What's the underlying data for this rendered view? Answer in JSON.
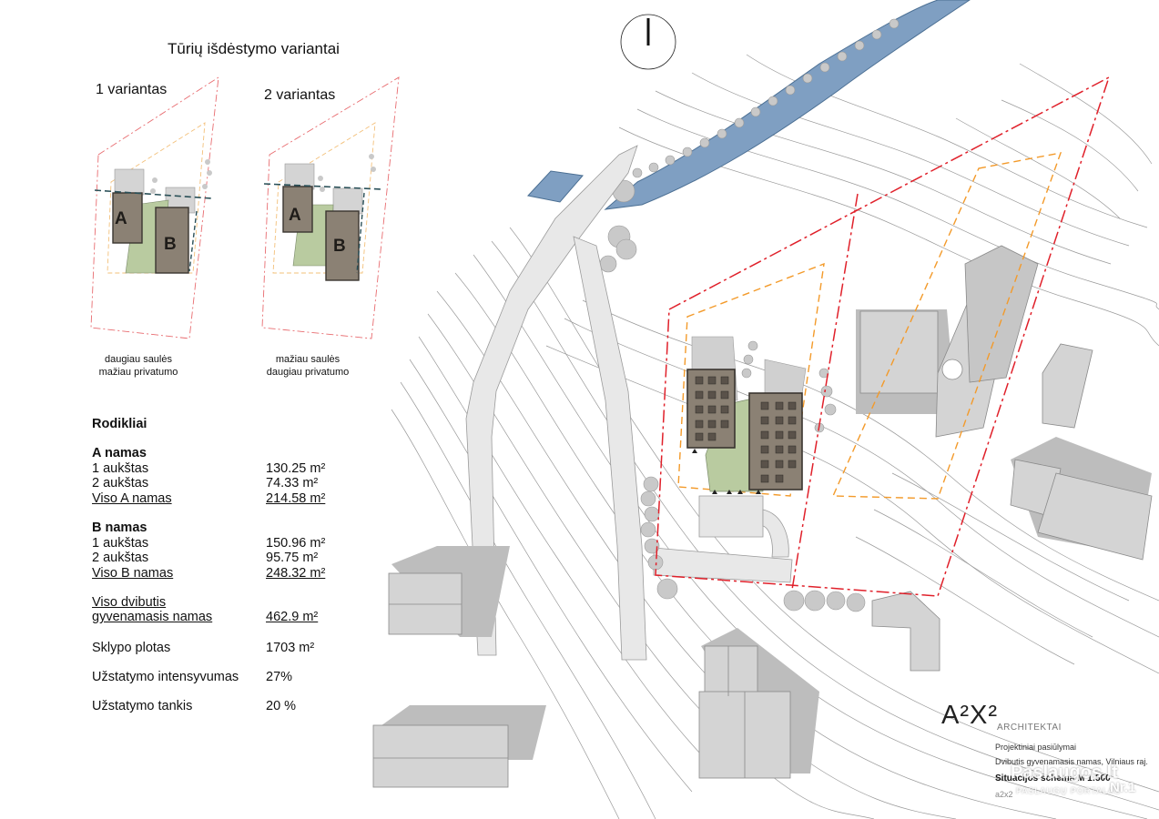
{
  "variants": {
    "heading": "Tūrių išdėstymo  variantai",
    "v1": {
      "label": "1 variantas",
      "caption_line1": "daugiau saulės",
      "caption_line2": "mažiau privatumo"
    },
    "v2": {
      "label": "2 variantas",
      "caption_line1": "mažiau saulės",
      "caption_line2": "daugiau privatumo"
    },
    "house_a": "A",
    "house_b": "B"
  },
  "indicators": {
    "title": "Rodikliai",
    "a": {
      "title": "A namas",
      "rows": [
        {
          "label": "1 aukštas",
          "value": "130.25 m²"
        },
        {
          "label": "2 aukštas",
          "value": "74.33 m²"
        },
        {
          "label": "Viso A namas",
          "value": "214.58 m²"
        }
      ]
    },
    "b": {
      "title": "B namas",
      "rows": [
        {
          "label": "1 aukštas",
          "value": "150.96 m²"
        },
        {
          "label": "2 aukštas",
          "value": "95.75 m²"
        },
        {
          "label": "Viso B namas",
          "value": "248.32 m²"
        }
      ]
    },
    "total": {
      "label_line1": "Viso dvibutis",
      "label_line2": "gyvenamasis namas",
      "value": "462.9 m²"
    },
    "plot": {
      "label": "Sklypo plotas",
      "value": "1703 m²"
    },
    "intensity": {
      "label": "Užstatymo intensyvumas",
      "value": "27%"
    },
    "density": {
      "label": "Užstatymo tankis",
      "value": "20 %"
    }
  },
  "title_block": {
    "logo": "A²X²",
    "firm": "ARCHITEKTAI",
    "stage": "Projektiniai pasiūlymai",
    "project": "Dvibutis gyvenamasis namas, Vilniaus raj.",
    "sheet": "Situacijos schema M 1:500",
    "code": "a2x2"
  },
  "watermark": {
    "brand": "Paslaugos.lt",
    "tagline": "PASLAUGŲ PORTALAS",
    "badge": "Nr.1"
  },
  "colors": {
    "boundary": "#e0202a",
    "setback": "#f39a2a",
    "house_fill": "#8b8174",
    "yard_fill": "#b9cba0",
    "water": "#7f9fc2",
    "building_gray": "#cfcfcf",
    "shadow_gray": "#bdbdbd"
  },
  "icons": {
    "north": "north-arrow-icon"
  }
}
